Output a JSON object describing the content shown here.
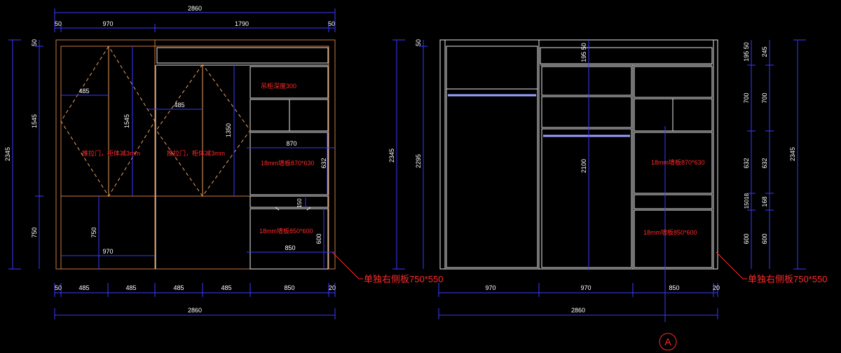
{
  "left_elevation": {
    "top_dims": {
      "overall": "2860",
      "seg1": "50",
      "seg2": "970",
      "seg3": "1790",
      "seg4": "50"
    },
    "left_dims": {
      "overall": "2345",
      "top": "50",
      "upper": "1545",
      "lower": "750"
    },
    "inner_labels": {
      "w485_a": "485",
      "w485_b": "485",
      "h1545": "1545",
      "h1350": "1350",
      "w870": "870",
      "h632": "632",
      "h150": "150",
      "h600": "600",
      "w970": "970",
      "h750": "750",
      "w850": "850"
    },
    "notes": {
      "cabinet_depth": "吊柜深度300",
      "door_note_1": "推拉门，柜体减3mm",
      "door_note_2": "推拉门，柜体减3mm",
      "board_1": "18mm墙板870*630",
      "board_2": "18mm墙板850*600"
    },
    "bottom_dims": {
      "s1": "50",
      "s2": "485",
      "s3": "485",
      "s4": "485",
      "s5": "485",
      "s6": "850",
      "s7": "20",
      "overall": "2860"
    },
    "callout": "单独右侧板750*550"
  },
  "right_elevation": {
    "left_dims": {
      "overall": "2345",
      "inner": "2295",
      "top": "50"
    },
    "inner_labels": {
      "h195_50": "195 50",
      "h2100": "2100"
    },
    "notes": {
      "board_1": "18mm墙板870*630",
      "board_2": "18mm墙板850*600"
    },
    "right_dims": {
      "a1": "195 50",
      "a2": "700",
      "a3": "632",
      "a4": "15018",
      "a5": "600",
      "b1": "245",
      "b2": "700",
      "b3": "632",
      "b4": "168",
      "b5": "600",
      "overall": "2345"
    },
    "bottom_dims": {
      "s1": "970",
      "s2": "970",
      "s3": "850",
      "s4": "20",
      "overall": "2860"
    },
    "section_marker": "A",
    "callout": "单独右侧板750*550"
  },
  "colors": {
    "background": "#000000",
    "dimension": "#3a3aff",
    "panel": "#c8783c",
    "note": "#ff2a2a"
  }
}
